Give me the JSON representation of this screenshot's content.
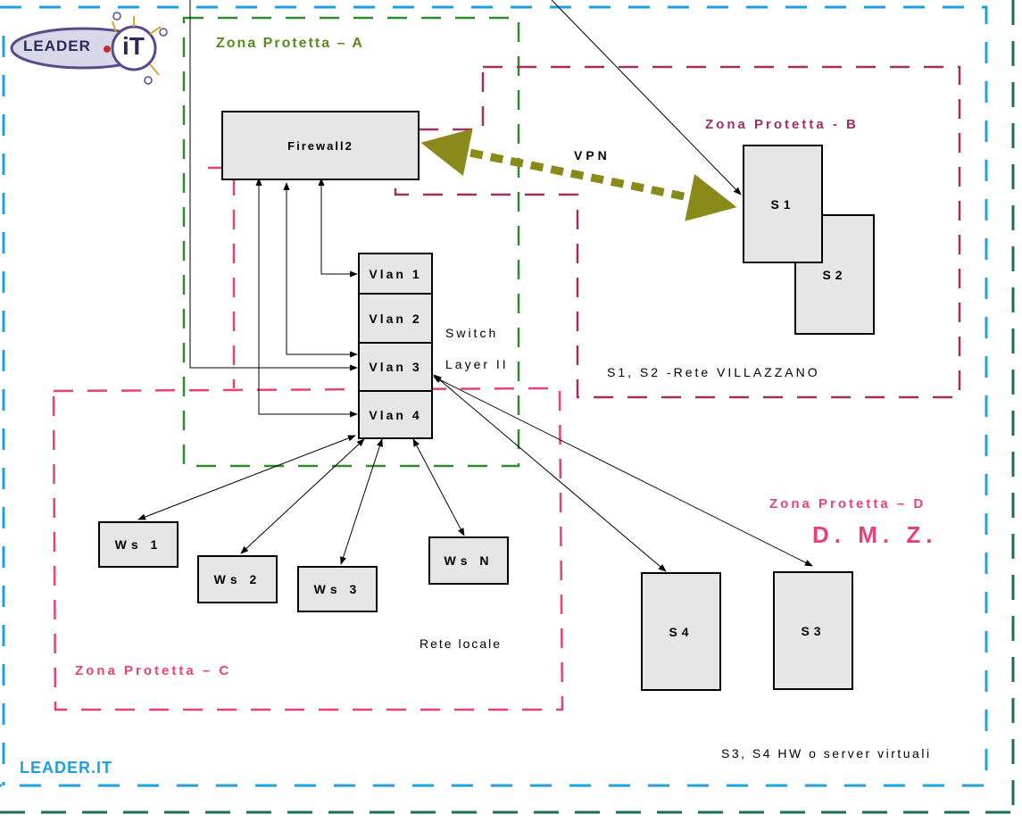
{
  "brand": {
    "logo_text": "LEADER",
    "logo_suffix": "iT",
    "footer": "LEADER.IT"
  },
  "zones": {
    "a": "Zona Protetta – A",
    "b": "Zona Protetta - B",
    "c": "Zona Protetta – C",
    "d": "Zona Protetta – D",
    "dmz": "D. M. Z."
  },
  "nodes": {
    "firewall": "Firewall2",
    "vlan1": "Vlan 1",
    "vlan2": "Vlan 2",
    "vlan3": "Vlan 3",
    "vlan4": "Vlan 4",
    "s1": "S1",
    "s2": "S2",
    "s3": "S3",
    "s4": "S4",
    "ws1": "Ws 1",
    "ws2": "Ws 2",
    "ws3": "Ws 3",
    "wsn": "Ws N"
  },
  "labels": {
    "vpn": "VPN",
    "switch": "Switch",
    "layer": "Layer II",
    "rete_villazzano": "S1, S2  -Rete VILLAZZANO",
    "rete_locale": "Rete locale",
    "server_virtuali": "S3, S4 HW o server virtuali"
  },
  "colors": {
    "outer_blue": "#1e9fe0",
    "outer_teal": "#1f6e5c",
    "zone_a_green": "#2e8b2e",
    "zone_b_purple": "#a0305e",
    "zone_c_pink": "#e8407a",
    "vpn_olive": "#8a8a1a",
    "box_fill": "#e6e6e6"
  }
}
